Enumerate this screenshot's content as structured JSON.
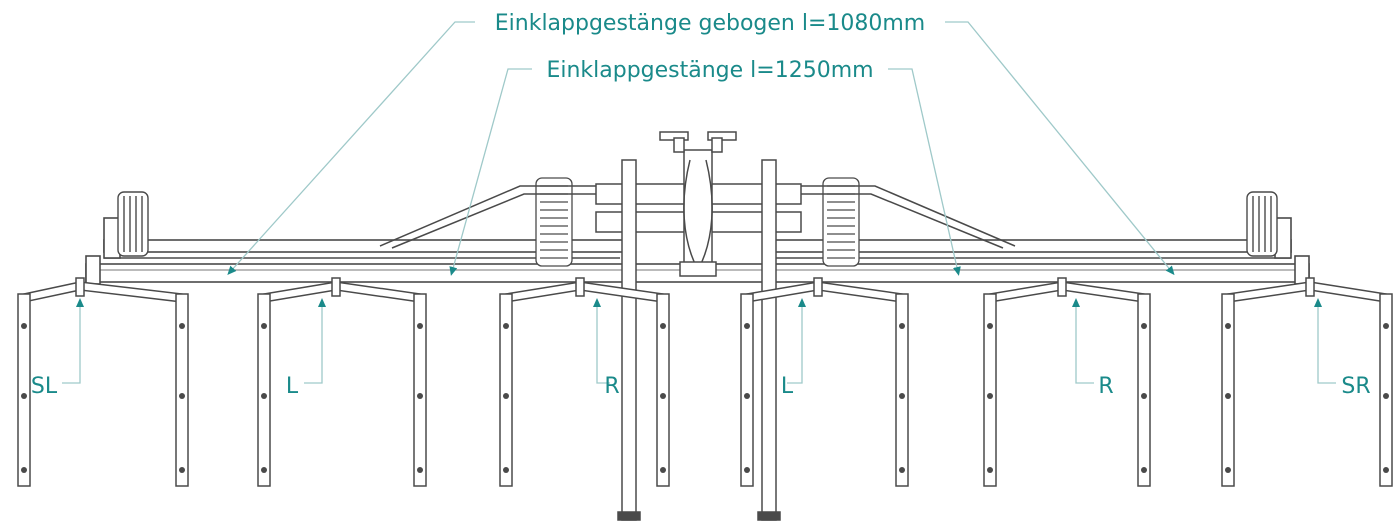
{
  "callouts": {
    "top_rod": "Einklappgestänge gebogen l=1080mm",
    "mid_rod": "Einklappgestänge l=1250mm"
  },
  "tine_labels": {
    "sl": "SL",
    "l_left": "L",
    "r_left": "R",
    "l_right": "L",
    "r_right": "R",
    "sr": "SR"
  },
  "colors": {
    "accent": "#1a8a8a",
    "line": "#4a4a4a",
    "leader": "#9fc9c9"
  }
}
